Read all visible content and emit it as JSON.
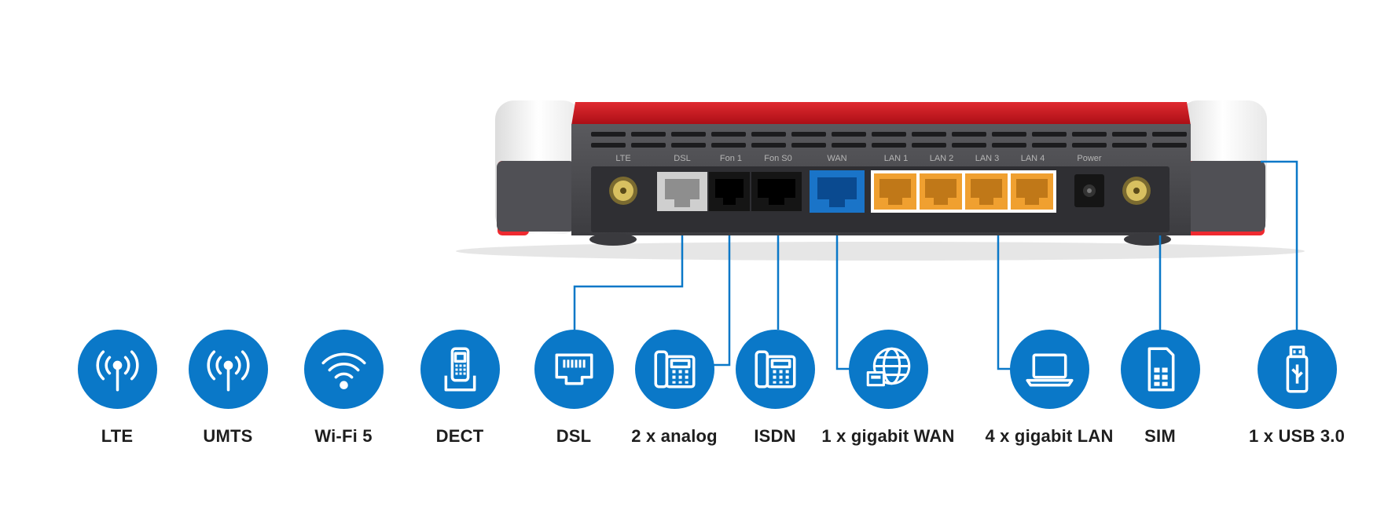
{
  "port_labels": [
    "LTE",
    "DSL",
    "Fon 1",
    "Fon S0",
    "WAN",
    "LAN 1",
    "LAN 2",
    "LAN 3",
    "LAN 4",
    "Power"
  ],
  "features": [
    {
      "label": "LTE",
      "icon": "antenna-icon"
    },
    {
      "label": "UMTS",
      "icon": "antenna-icon"
    },
    {
      "label": "Wi-Fi 5",
      "icon": "wifi-icon"
    },
    {
      "label": "DECT",
      "icon": "cordless-phone-icon"
    },
    {
      "label": "DSL",
      "icon": "dsl-port-icon"
    },
    {
      "label": "2 x analog",
      "icon": "desk-phone-icon"
    },
    {
      "label": "ISDN",
      "icon": "desk-phone-icon"
    },
    {
      "label": "1 x gigabit WAN",
      "icon": "globe-port-icon"
    },
    {
      "label": "4 x gigabit LAN",
      "icon": "laptop-icon"
    },
    {
      "label": "SIM",
      "icon": "sim-card-icon"
    },
    {
      "label": "1 x USB 3.0",
      "icon": "usb-stick-icon"
    }
  ],
  "colors": {
    "accent_blue": "#0a78c8",
    "router_red": "#c8121a",
    "router_body": "#4a4a4e",
    "lan_orange": "#f0a030",
    "wan_blue": "#1a74c8"
  }
}
